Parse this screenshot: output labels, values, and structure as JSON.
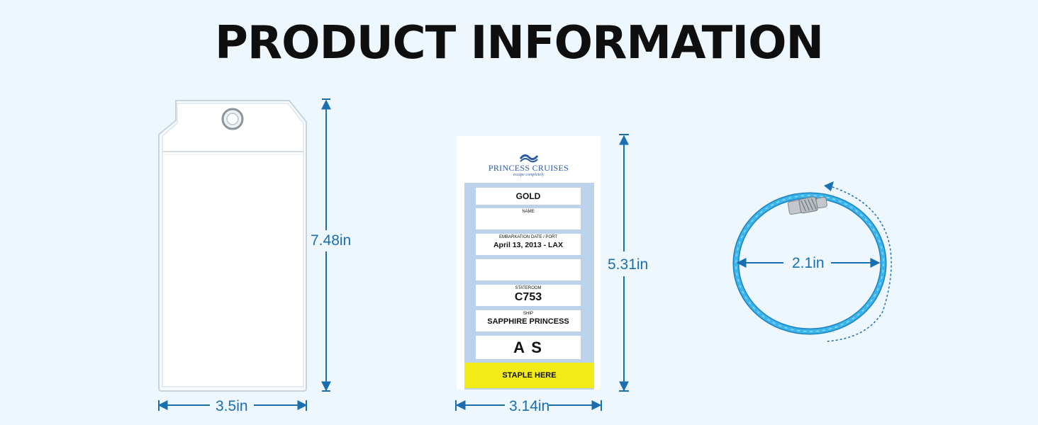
{
  "header": {
    "title": "PRODUCT INFORMATION"
  },
  "colors": {
    "accent": "#1a6fb0",
    "background": "#eef6fe",
    "wire": "#2aa3dc",
    "staple": "#f2eb17"
  },
  "items": {
    "sleeve": {
      "height_label": "7.48in",
      "width_label": "3.5in"
    },
    "ticket": {
      "height_label": "5.31in",
      "width_label": "3.14in",
      "brand_name": "PRINCESS CRUISES",
      "brand_tagline": "escape completely",
      "fields": {
        "tier": "GOLD",
        "name_label": "NAME",
        "embark_label": "EMBARKATION DATE / PORT",
        "embark_value": "April 13, 2013 - LAX",
        "stateroom_label": "STATEROOM",
        "stateroom_value": "C753",
        "ship_label": "SHIP",
        "ship_value": "SAPPHIRE PRINCESS",
        "initials": "A S"
      },
      "staple_label": "STAPLE HERE"
    },
    "ring": {
      "diameter_label": "2.1in"
    }
  }
}
